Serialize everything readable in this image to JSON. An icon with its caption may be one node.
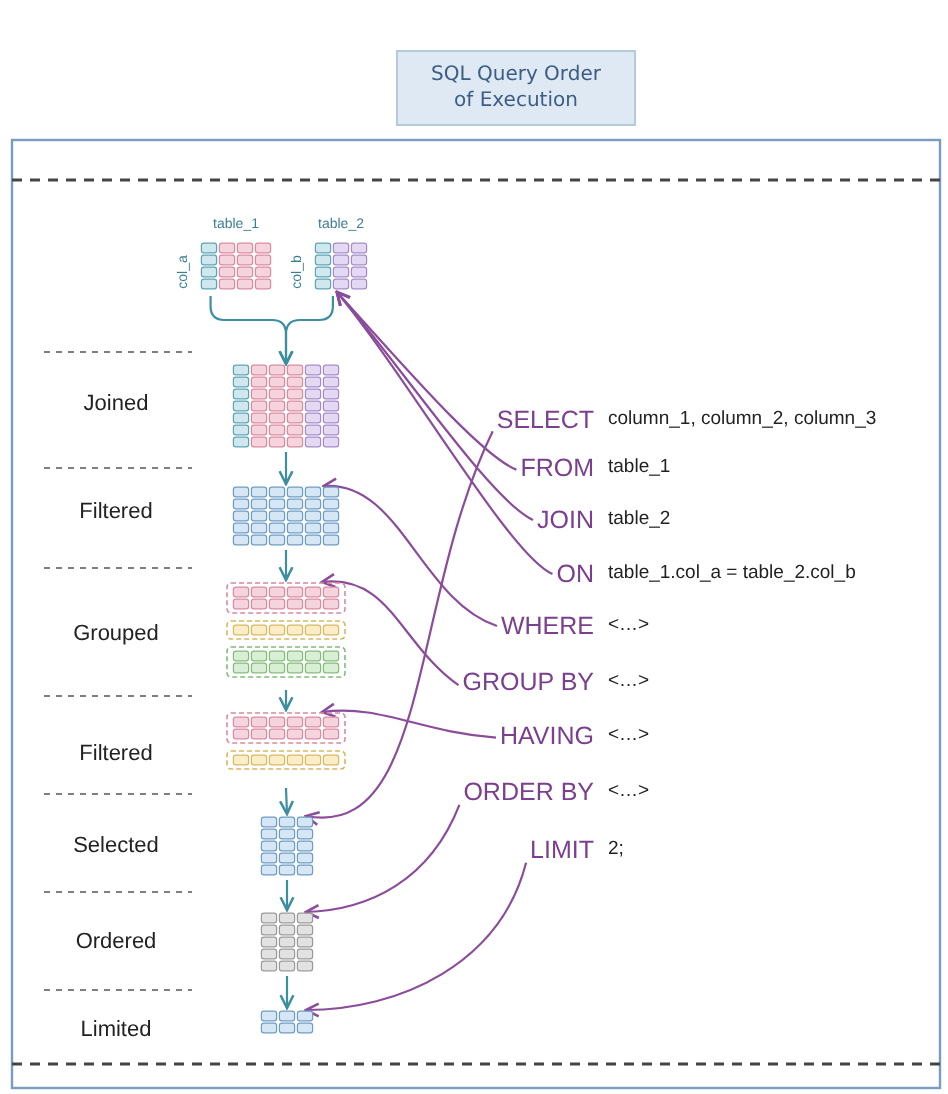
{
  "diagram": {
    "title": "SQL Query Order of Execution",
    "nodes": [
      {
        "text": [
          "table_1",
          "col_a"
        ]
      },
      {
        "text": [
          "table_2",
          "col_b"
        ]
      },
      {
        "text": [],
        "shape": "table"
      },
      {
        "text": [],
        "shape": "table"
      },
      {
        "text": [],
        "shape": "table"
      },
      {
        "text": [],
        "shape": "table"
      },
      {
        "text": [],
        "shape": "table"
      },
      {
        "text": [],
        "shape": "table"
      },
      {
        "text": [],
        "shape": "table"
      },
      {
        "text": [
          "SELECT"
        ],
        "beside": [
          "column_1, column_2, column_3"
        ]
      },
      {
        "text": [
          "FROM"
        ],
        "beside": [
          "table_1"
        ]
      },
      {
        "text": [
          "JOIN"
        ],
        "beside": [
          "table_2"
        ]
      },
      {
        "text": [
          "ON"
        ],
        "beside": [
          "table_1.col_a = table_2.col_b"
        ]
      },
      {
        "text": [
          "WHERE"
        ],
        "beside": [
          "<…>"
        ]
      },
      {
        "text": [
          "GROUP BY"
        ],
        "beside": [
          "<…>"
        ]
      },
      {
        "text": [
          "HAVING"
        ],
        "beside": [
          "<…>"
        ]
      },
      {
        "text": [
          "ORDER BY"
        ],
        "beside": [
          "<…>"
        ]
      },
      {
        "text": [
          "LIMIT"
        ],
        "beside": [
          "2;"
        ]
      }
    ],
    "edges": [
      {
        "from": 0,
        "to": 2,
        "arrow": "to",
        "color": "#3d8ea0"
      },
      {
        "from": 1,
        "to": 2,
        "arrow": "to",
        "color": "#3d8ea0"
      },
      {
        "from": 2,
        "to": 3,
        "arrow": "to",
        "color": "#3d8ea0"
      },
      {
        "from": 3,
        "to": 4,
        "arrow": "to",
        "color": "#3d8ea0"
      },
      {
        "from": 4,
        "to": 5,
        "arrow": "to",
        "color": "#3d8ea0"
      },
      {
        "from": 5,
        "to": 6,
        "arrow": "to",
        "color": "#3d8ea0"
      },
      {
        "from": 6,
        "to": 7,
        "arrow": "to",
        "color": "#3d8ea0"
      },
      {
        "from": 7,
        "to": 8,
        "arrow": "to",
        "color": "#3d8ea0"
      },
      {
        "from": 9,
        "to": 6,
        "arrow": "to"
      },
      {
        "from": 10,
        "to": 1,
        "arrow": "to"
      },
      {
        "from": 11,
        "to": 1,
        "arrow": "to"
      },
      {
        "from": 12,
        "to": 1,
        "arrow": "to"
      },
      {
        "from": 13,
        "to": 3,
        "arrow": "to"
      },
      {
        "from": 14,
        "to": 4,
        "arrow": "to"
      },
      {
        "from": 15,
        "to": 5,
        "arrow": "to"
      },
      {
        "from": 16,
        "to": 7,
        "arrow": "to"
      },
      {
        "from": 17,
        "to": 8,
        "arrow": "to"
      }
    ],
    "labels": [
      "Joined",
      "Filtered",
      "Grouped",
      "Filtered",
      "Selected",
      "Ordered",
      "Limited"
    ]
  }
}
